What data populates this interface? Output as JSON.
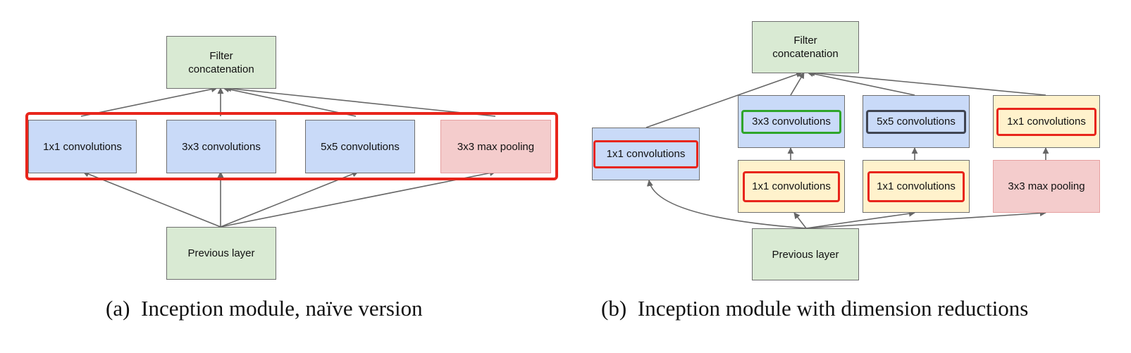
{
  "diagram_a": {
    "top": "Filter\nconcatenation",
    "branches": [
      "1x1 convolutions",
      "3x3 convolutions",
      "5x5 convolutions",
      "3x3 max pooling"
    ],
    "bottom": "Previous layer",
    "caption_label": "(a)",
    "caption_text": "Inception module, naïve version"
  },
  "diagram_b": {
    "top": "Filter\nconcatenation",
    "branch1": "1x1 convolutions",
    "branch2_top": "3x3 convolutions",
    "branch2_bottom": "1x1 convolutions",
    "branch3_top": "5x5 convolutions",
    "branch3_bottom": "1x1 convolutions",
    "branch4_top": "1x1 convolutions",
    "branch4_bottom": "3x3 max pooling",
    "bottom": "Previous layer",
    "caption_label": "(b)",
    "caption_text": "Inception module with dimension reductions"
  },
  "colors": {
    "concat_fill": "#d9ead3",
    "conv_fill": "#c9daf8",
    "pool_fill": "#f4cccc",
    "reduce_fill": "#fff2cc",
    "highlight_red": "#e8251b",
    "highlight_green": "#2fa52a",
    "highlight_gray": "#404552",
    "arrow": "#666666"
  }
}
